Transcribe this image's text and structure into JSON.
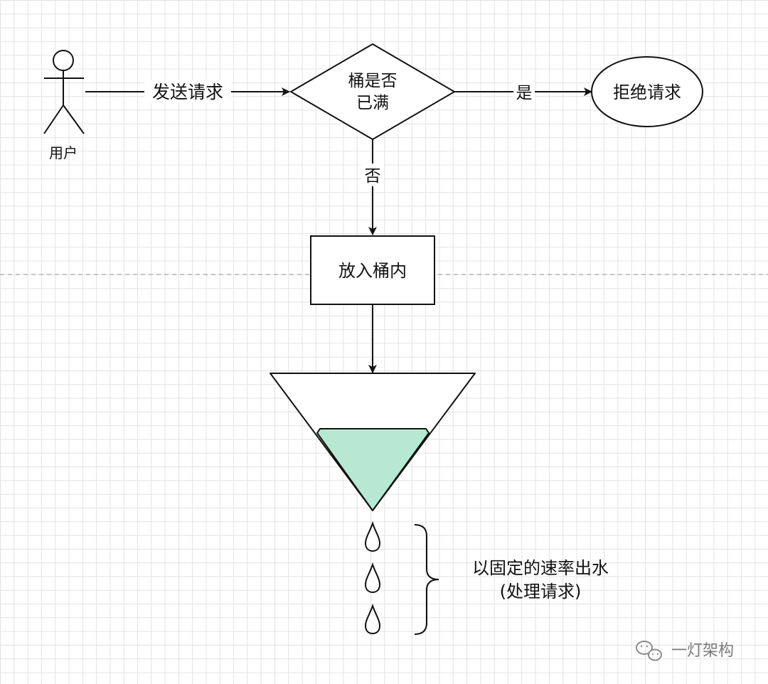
{
  "actor": {
    "label": "用户"
  },
  "edges": {
    "send": "发送请求",
    "yes": "是",
    "no": "否"
  },
  "nodes": {
    "decision_line1": "桶是否",
    "decision_line2": "已满",
    "reject": "拒绝请求",
    "put_in_bucket": "放入桶内"
  },
  "outflow": {
    "line1": "以固定的速率出水",
    "line2": "(处理请求)"
  },
  "watermark": {
    "text": "一灯架构",
    "icon": "wechat-icon"
  },
  "colors": {
    "water": "#b7e8d2",
    "stroke": "#111111",
    "grid": "#e3e3e3"
  }
}
